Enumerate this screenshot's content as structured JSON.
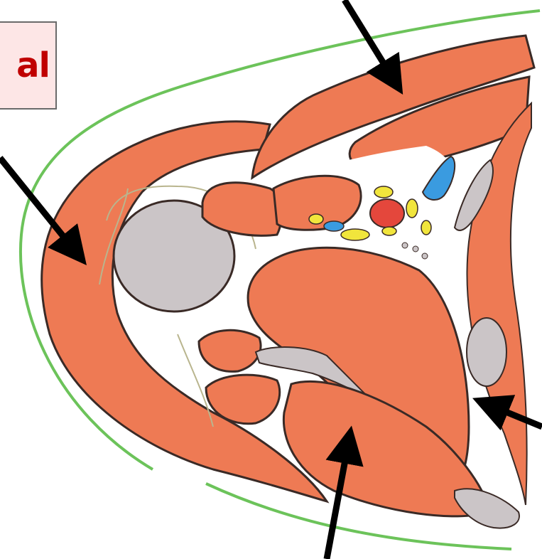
{
  "label": {
    "text": "al"
  },
  "colors": {
    "muscle": "#ee7a54",
    "muscle_outline": "#3a2a26",
    "bone": "#cbc5c7",
    "skin_line": "#6cc35a",
    "artery": "#e4473c",
    "vein": "#3a9be0",
    "nerve": "#f1e53c",
    "fascia": "#b9b58e",
    "arrow": "#000000",
    "label_background": "#fde6e6",
    "label_text": "#c00000"
  },
  "icons": {
    "arrows": [
      "arrow-top",
      "arrow-left",
      "arrow-right",
      "arrow-bottom"
    ]
  }
}
